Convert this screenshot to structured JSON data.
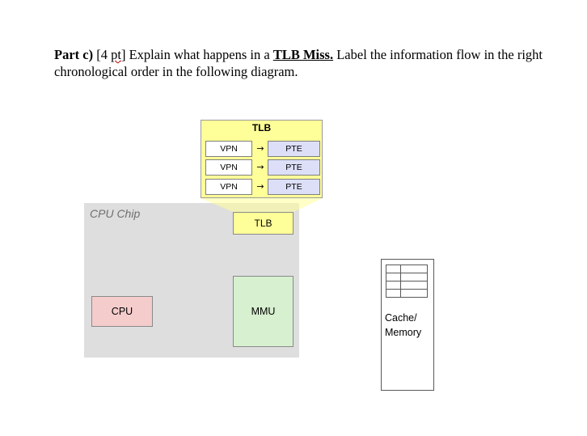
{
  "question": {
    "part": "Part c)",
    "points_open": " [4 ",
    "points_unit": "pt",
    "points_close": "]",
    "text_before": " Explain what happens in a ",
    "tlb_miss": "TLB Miss.",
    "text_after": " Label the information flow in the right chronological order in the following diagram."
  },
  "diagram": {
    "cpu_chip_label": "CPU Chip",
    "tlb_expanded": {
      "title": "TLB",
      "rows": [
        {
          "vpn": "VPN",
          "arrow": "→",
          "pte": "PTE"
        },
        {
          "vpn": "VPN",
          "arrow": "→",
          "pte": "PTE"
        },
        {
          "vpn": "VPN",
          "arrow": "→",
          "pte": "PTE"
        }
      ]
    },
    "tlb_label": "TLB",
    "mmu_label": "MMU",
    "cpu_label": "CPU",
    "memory_label": "Cache/\nMemory",
    "colors": {
      "chip": "#dedede",
      "tlb": "#ffff99",
      "pte": "#dcdff7",
      "mmu": "#d7f0cf",
      "cpu": "#f5cccc"
    }
  }
}
